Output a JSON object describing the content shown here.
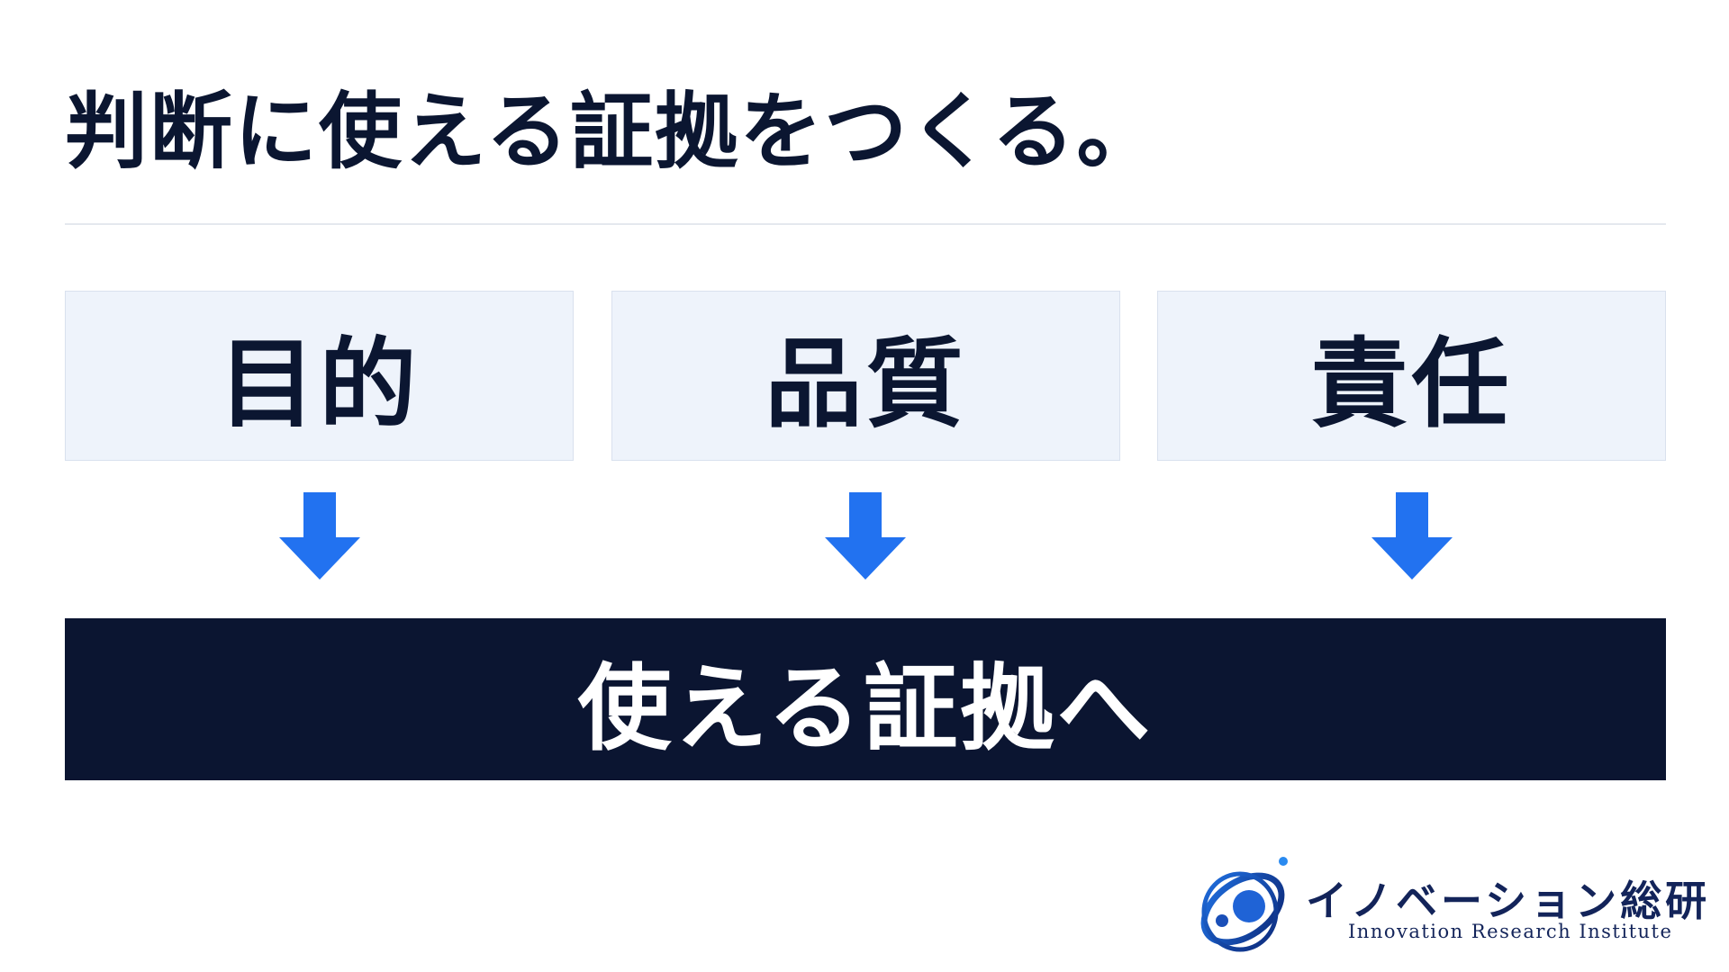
{
  "title": "判断に使える証拠をつくる。",
  "boxes": [
    {
      "label": "目的"
    },
    {
      "label": "品質"
    },
    {
      "label": "責任"
    }
  ],
  "result": {
    "label": "使える証拠へ"
  },
  "logo": {
    "name": "イノベーション総研",
    "subtitle": "Innovation Research Institute"
  },
  "colors": {
    "title_text": "#0b1631",
    "box_fill": "#eef3fb",
    "arrow": "#2272f0",
    "result_fill": "#0b1531",
    "result_text": "#ffffff",
    "logo_blue": "#13245a"
  },
  "icons": {
    "arrow": "arrow-down-icon",
    "logo": "orbit-logo-icon"
  }
}
